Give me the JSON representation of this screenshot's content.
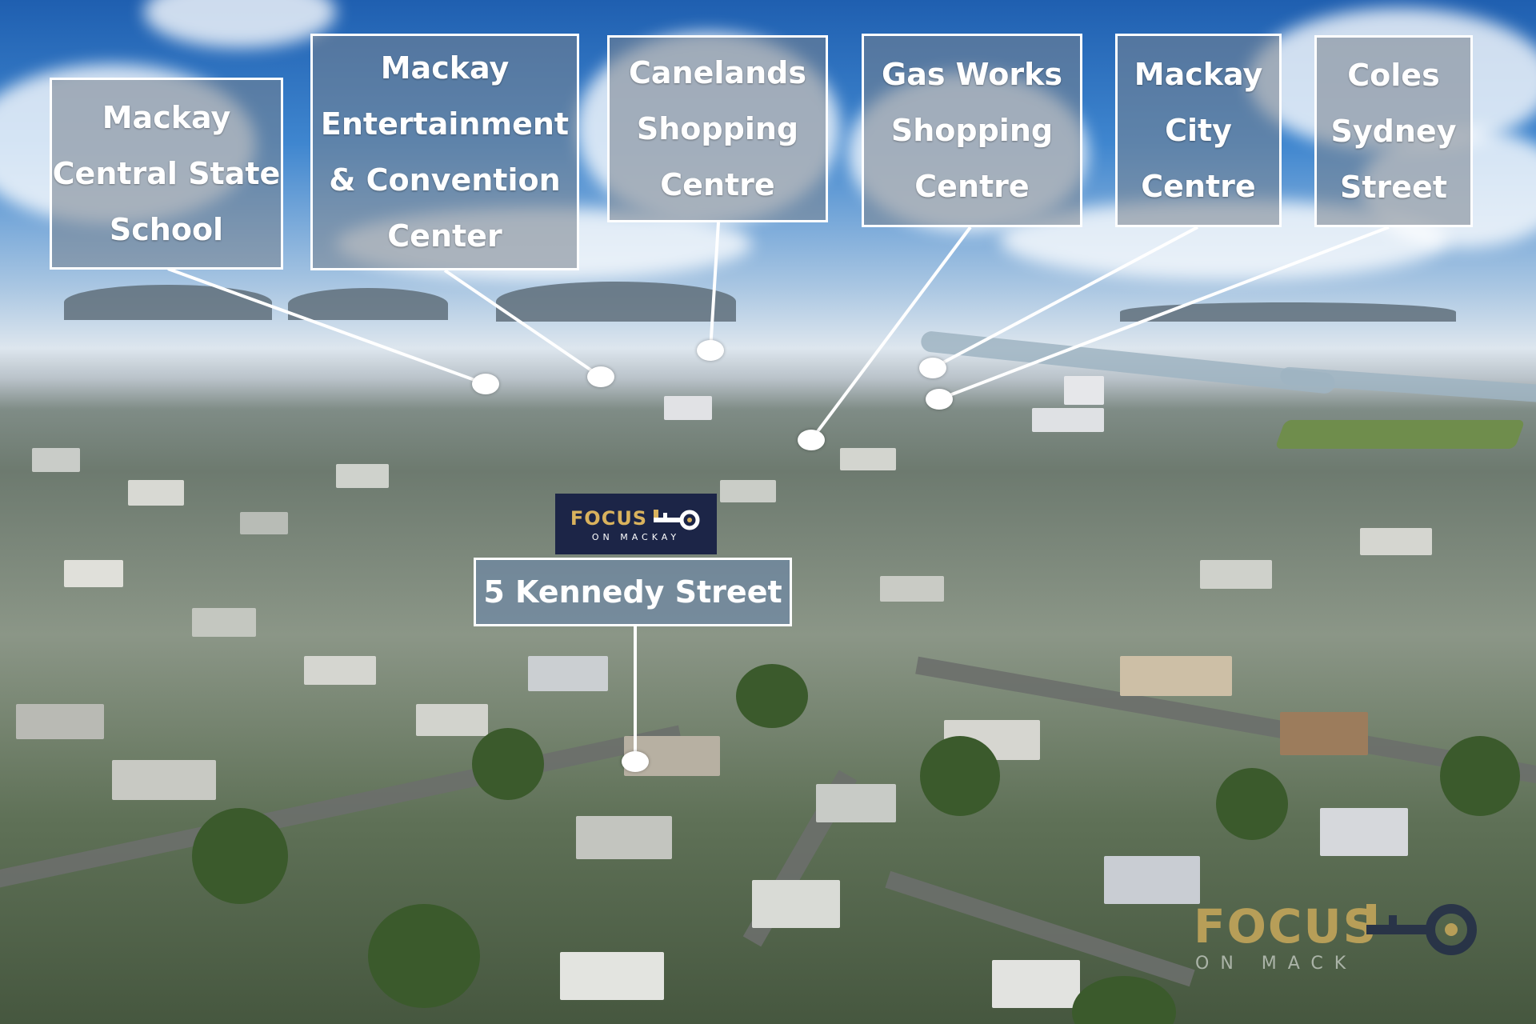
{
  "labels": [
    {
      "text": "Mackay\nCentral State\nSchool"
    },
    {
      "text": "Mackay\nEntertainment\n& Convention\nCenter"
    },
    {
      "text": "Canelands\nShopping\nCentre"
    },
    {
      "text": "Gas Works\nShopping\nCentre"
    },
    {
      "text": "Mackay\nCity\nCentre"
    },
    {
      "text": "Coles\nSydney\nStreet"
    }
  ],
  "property": {
    "text": "5 Kennedy Street"
  },
  "logo": {
    "word": "FOCUS",
    "sub": "ON MACKAY"
  },
  "watermark": {
    "word": "FOCUS",
    "sub": "ON MACK"
  },
  "icons": {
    "logo_key": "key-icon",
    "watermark_key": "key-icon"
  },
  "colors": {
    "label_border": "#ffffff",
    "logo_bg": "#1c2547",
    "logo_gold": "#d9b25d"
  }
}
